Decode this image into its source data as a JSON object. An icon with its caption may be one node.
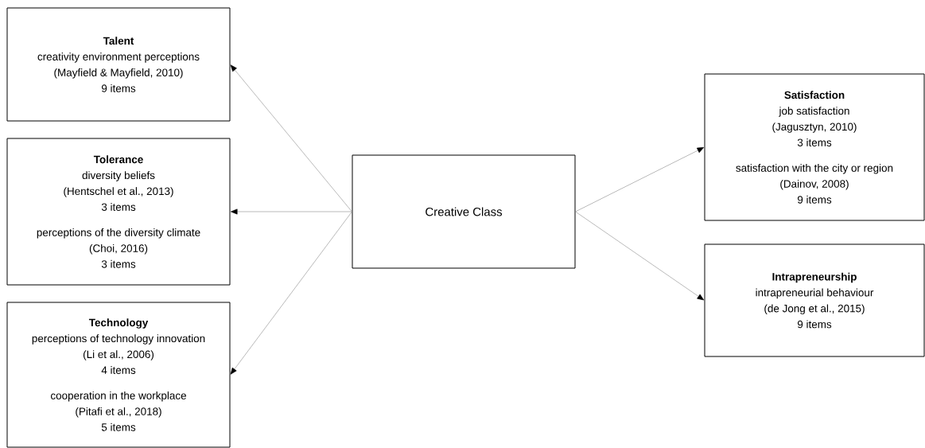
{
  "diagram": {
    "nodes": [
      {
        "text": [
          "Talent",
          "creativity environment perceptions",
          "(Mayfield & Mayfield, 2010)",
          "9 items"
        ]
      },
      {
        "text": [
          "Tolerance",
          "diversity beliefs",
          "(Hentschel et al., 2013)",
          "3 items",
          "perceptions of the diversity climate",
          "(Choi, 2016)",
          "3 items"
        ]
      },
      {
        "text": [
          "Technology",
          "perceptions of technology innovation",
          "(Li et al., 2006)",
          "4 items",
          "cooperation in the workplace",
          "(Pitafi et al., 2018)",
          "5 items"
        ]
      },
      {
        "text": [
          "Creative Class"
        ]
      },
      {
        "text": [
          "Satisfaction",
          "job satisfaction",
          "(Jagusztyn, 2010)",
          "3 items",
          "satisfaction with the city or region",
          "(Dainov, 2008)",
          "9 items"
        ]
      },
      {
        "text": [
          "Intrapreneurship",
          "intrapreneurial behaviour",
          "(de Jong et al., 2015)",
          "9 items"
        ]
      }
    ],
    "edges": [
      {
        "from": 3,
        "to": 0,
        "arrow": "to"
      },
      {
        "from": 3,
        "to": 1,
        "arrow": "to"
      },
      {
        "from": 3,
        "to": 2,
        "arrow": "to"
      },
      {
        "from": 3,
        "to": 4,
        "arrow": "to"
      },
      {
        "from": 3,
        "to": 5,
        "arrow": "to"
      }
    ]
  }
}
